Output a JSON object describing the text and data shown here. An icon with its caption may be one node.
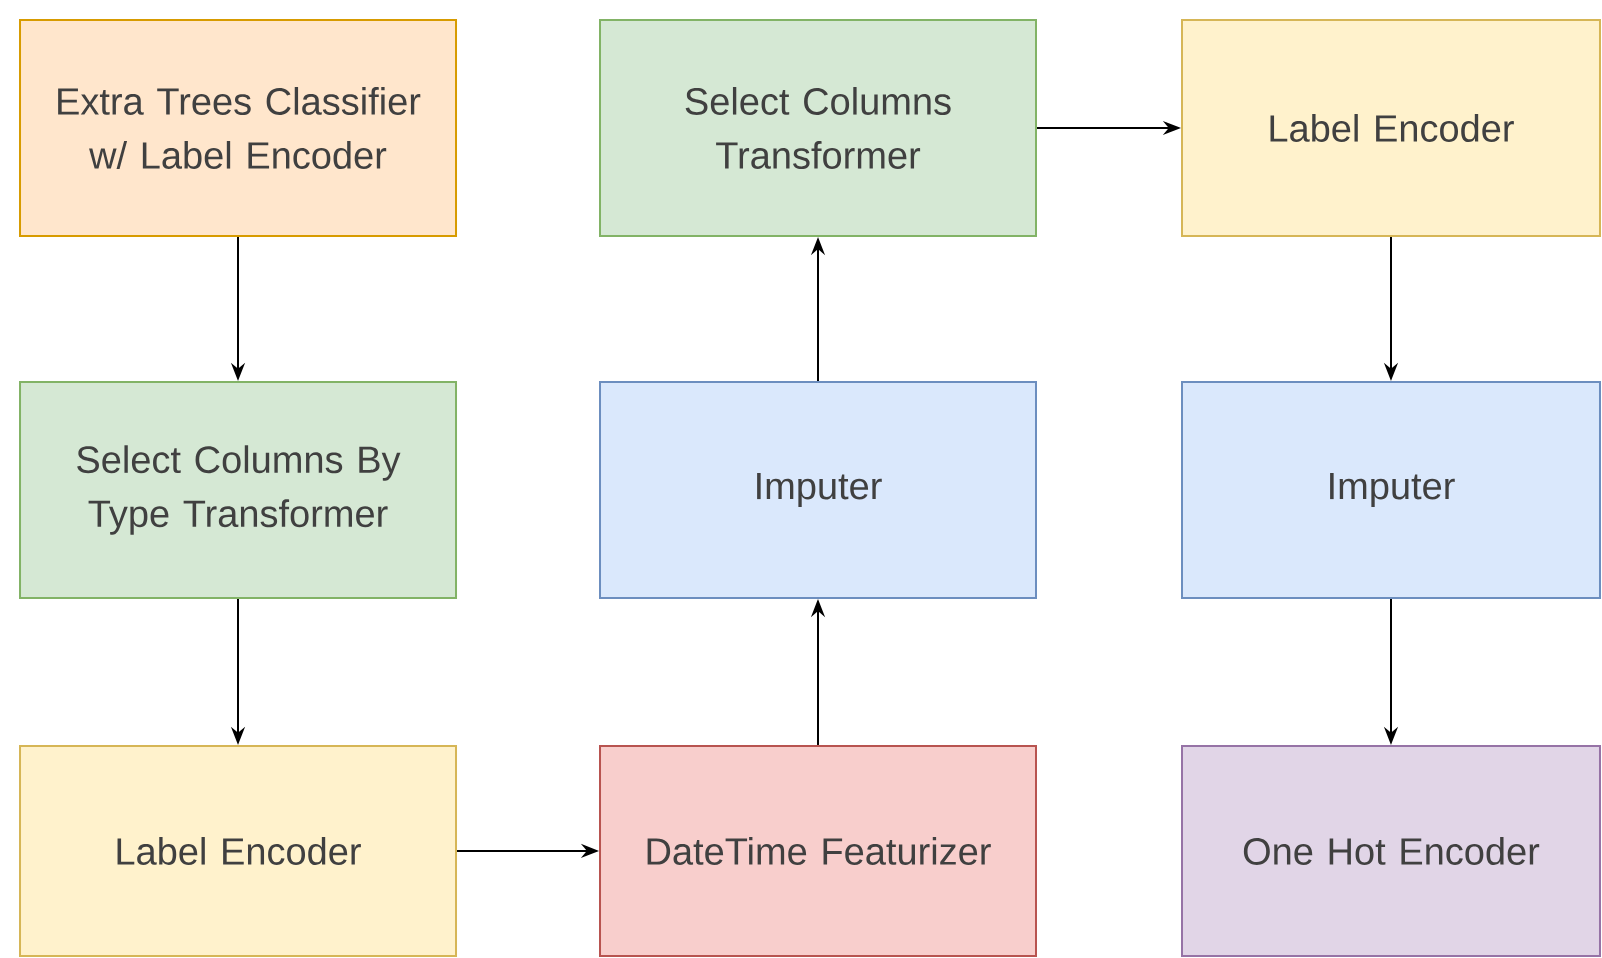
{
  "diagram": {
    "nodes": [
      {
        "text": [
          "Extra Trees Classifier w/ Label Encoder"
        ]
      },
      {
        "text": [
          "Select Columns By Type Transformer"
        ]
      },
      {
        "text": [
          "Label Encoder"
        ]
      },
      {
        "text": [
          "DateTime Featurizer"
        ]
      },
      {
        "text": [
          "Imputer"
        ]
      },
      {
        "text": [
          "Select Columns Transformer"
        ]
      },
      {
        "text": [
          "Label Encoder"
        ]
      },
      {
        "text": [
          "Imputer"
        ]
      },
      {
        "text": [
          "One Hot Encoder"
        ]
      }
    ],
    "edges": [
      {
        "from": 0,
        "to": 1,
        "arrow": "to"
      },
      {
        "from": 1,
        "to": 2,
        "arrow": "to"
      },
      {
        "from": 2,
        "to": 3,
        "arrow": "to"
      },
      {
        "from": 3,
        "to": 4,
        "arrow": "to"
      },
      {
        "from": 4,
        "to": 5,
        "arrow": "to"
      },
      {
        "from": 5,
        "to": 6,
        "arrow": "to"
      },
      {
        "from": 6,
        "to": 7,
        "arrow": "to"
      },
      {
        "from": 7,
        "to": 8,
        "arrow": "to"
      }
    ]
  }
}
